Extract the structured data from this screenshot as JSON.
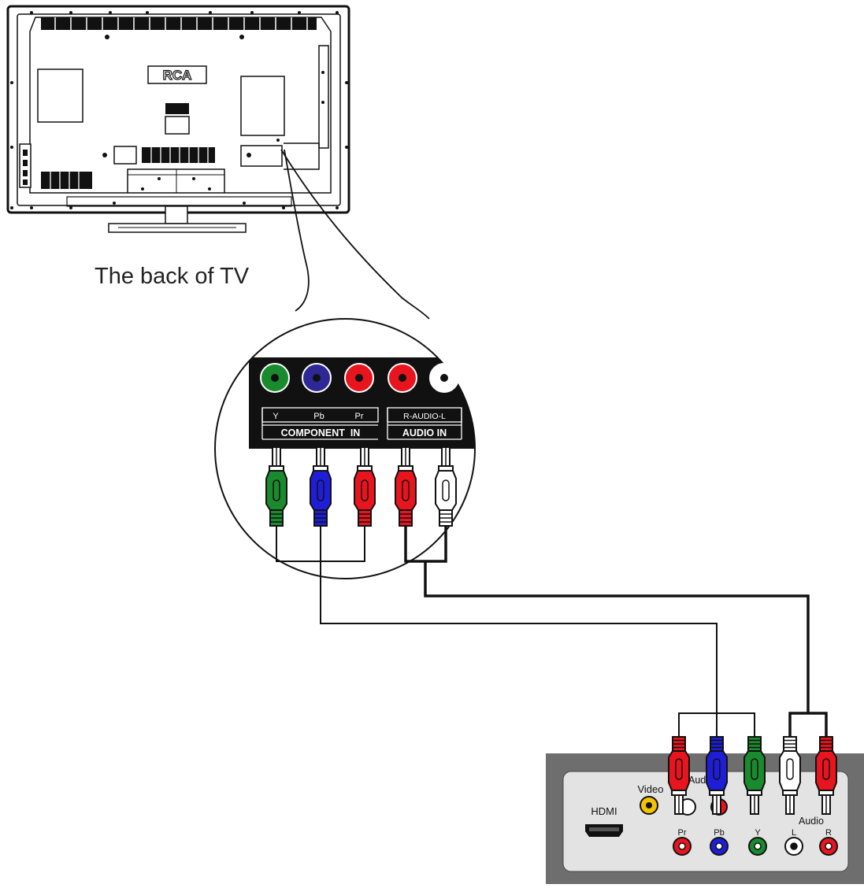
{
  "tv": {
    "caption": "The back of TV",
    "logo": "RCA"
  },
  "tv_panel": {
    "group_component": {
      "channels": [
        "Y",
        "Pb",
        "Pr"
      ],
      "title": "COMPONENT  IN"
    },
    "group_audio": {
      "channel_label": "R-AUDIO-L",
      "title": "AUDIO IN"
    }
  },
  "device": {
    "hdmi_label": "HDMI",
    "video_label": "Video",
    "audio_label_top": "Audio",
    "audio_label": "Audio",
    "jack_labels": [
      "Pr",
      "Pb",
      "Y",
      "L",
      "R"
    ]
  },
  "colors": {
    "green": "#1a8a2e",
    "blue": "#1e1ed8",
    "red": "#e8141e",
    "white": "#ffffff",
    "yellow": "#f5c200",
    "panel_black": "#111111",
    "device_case": "#6e6e6e",
    "device_face": "#e3e3e3"
  }
}
